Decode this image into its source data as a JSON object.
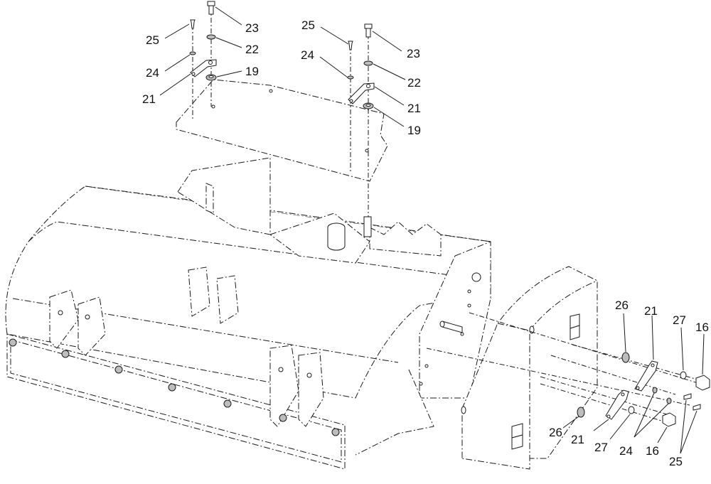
{
  "callouts": {
    "c1": "25",
    "c2": "23",
    "c3": "22",
    "c4": "24",
    "c5": "19",
    "c6": "21",
    "c7": "25",
    "c8": "23",
    "c9": "24",
    "c10": "22",
    "c11": "21",
    "c12": "19",
    "c13": "26",
    "c14": "21",
    "c15": "27",
    "c16": "16",
    "c17": "26",
    "c18": "21",
    "c19": "27",
    "c20": "24",
    "c21": "16",
    "c22": "25"
  }
}
